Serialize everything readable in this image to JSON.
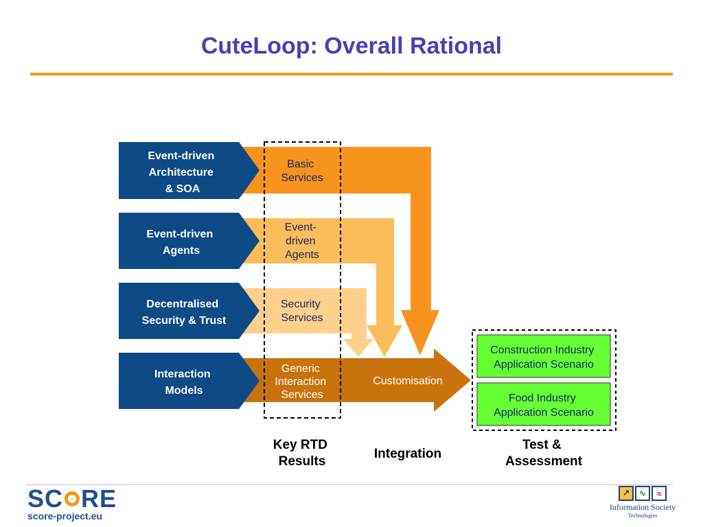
{
  "title": "CuteLoop: Overall Rational",
  "left_boxes": [
    {
      "lines": [
        "Event-driven",
        "Architecture",
        "& SOA"
      ]
    },
    {
      "lines": [
        "Event-driven",
        "Agents"
      ]
    },
    {
      "lines": [
        "Decentralised",
        "Security & Trust"
      ]
    },
    {
      "lines": [
        "Interaction",
        "Models"
      ]
    }
  ],
  "center_boxes": [
    {
      "lines": [
        "Basic",
        "Services"
      ]
    },
    {
      "lines": [
        "Event-",
        "driven",
        "Agents"
      ]
    },
    {
      "lines": [
        "Security",
        "Services"
      ]
    },
    {
      "lines": [
        "Generic",
        "Interaction",
        "Services"
      ]
    }
  ],
  "customisation_label": "Customisation",
  "scenarios": [
    {
      "lines": [
        "Construction Industry",
        "Application Scenario"
      ]
    },
    {
      "lines": [
        "Food Industry",
        "Application Scenario"
      ]
    }
  ],
  "bottom_labels": {
    "key_rtd": [
      "Key RTD",
      "Results"
    ],
    "integration": "Integration",
    "test": [
      "Test &",
      "Assessment"
    ]
  },
  "footer": {
    "score_pre": "SC",
    "score_post": "RE",
    "score_url": "score-project.eu",
    "is_title": "Information Society",
    "is_sub": "Technologies"
  },
  "colors": {
    "title": "#4b3fb5",
    "rule": "#f7941d",
    "dark_blue": "#0d4a86",
    "arrow1": "#f7941d",
    "arrow2": "#fbbc5a",
    "arrow3": "#fdd08c",
    "arrow4": "#c8730d",
    "scenario_green": "#66ff33"
  }
}
